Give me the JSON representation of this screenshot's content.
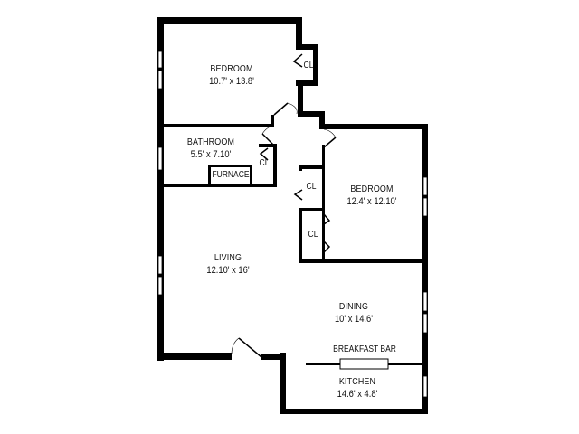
{
  "floorplan": {
    "colors": {
      "wall": "#000000",
      "background": "#ffffff",
      "window_fill": "#ffffff"
    },
    "rooms": [
      {
        "name": "BEDROOM",
        "dims": "10.7' x 13.8'"
      },
      {
        "name": "BATHROOM",
        "dims": "5.5' x 7.10'"
      },
      {
        "name": "BEDROOM",
        "dims": "12.4' x 12.10'"
      },
      {
        "name": "LIVING",
        "dims": "12.10' x 16'"
      },
      {
        "name": "DINING",
        "dims": "10' x 14.6'"
      },
      {
        "name": "KITCHEN",
        "dims": "14.6' x 4.8'"
      }
    ],
    "labels": {
      "closet_bedroom1": "CL",
      "closet_bath": "CL",
      "closet_bedroom2_upper": "CL",
      "closet_bedroom2_lower": "CL",
      "furnace": "FURNACE",
      "breakfast_bar": "BREAKFAST BAR"
    }
  }
}
